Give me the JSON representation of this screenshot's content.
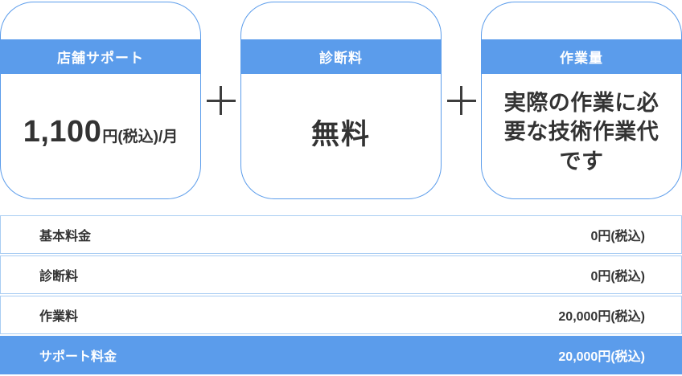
{
  "cards": [
    {
      "header": "店舗サポート",
      "price": "1,100",
      "price_suffix": "円(税込)/月"
    },
    {
      "header": "診断料",
      "value": "無料"
    },
    {
      "header": "作業量",
      "description": "実際の作業に必要な技術作業代です"
    }
  ],
  "plus_separator": "+",
  "table": {
    "rows": [
      {
        "label": "基本料金",
        "value": "0円(税込)",
        "highlight": false
      },
      {
        "label": "診断料",
        "value": "0円(税込)",
        "highlight": false
      },
      {
        "label": "作業料",
        "value": "20,000円(税込)",
        "highlight": false
      },
      {
        "label": "サポート料金",
        "value": "20,000円(税込)",
        "highlight": true
      }
    ]
  },
  "colors": {
    "accent_blue": "#5b9ceb",
    "row_border_blue": "#a9cdf3",
    "text_dark": "#333333",
    "header_text": "#ffffff"
  }
}
